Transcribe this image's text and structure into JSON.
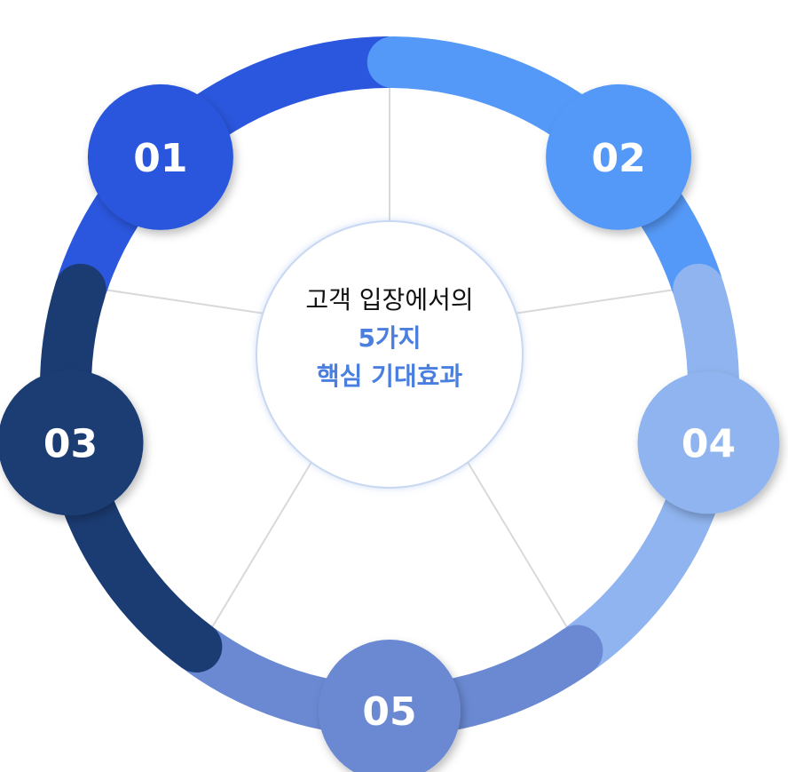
{
  "center": {
    "line1": "고객 입장에서의",
    "line2": "5가지",
    "line3": "핵심 기대효과"
  },
  "colors": {
    "text_dark": "#111111",
    "text_accent": "#4a7fe0",
    "divider": "#d9d9d9",
    "center_border": "#c9d8f2"
  },
  "segments": [
    {
      "label": "01",
      "color": "#2b57de"
    },
    {
      "label": "02",
      "color": "#5599f8"
    },
    {
      "label": "04",
      "color": "#8fb4ef"
    },
    {
      "label": "05",
      "color": "#6a89d2"
    },
    {
      "label": "03",
      "color": "#1b3c73"
    }
  ]
}
